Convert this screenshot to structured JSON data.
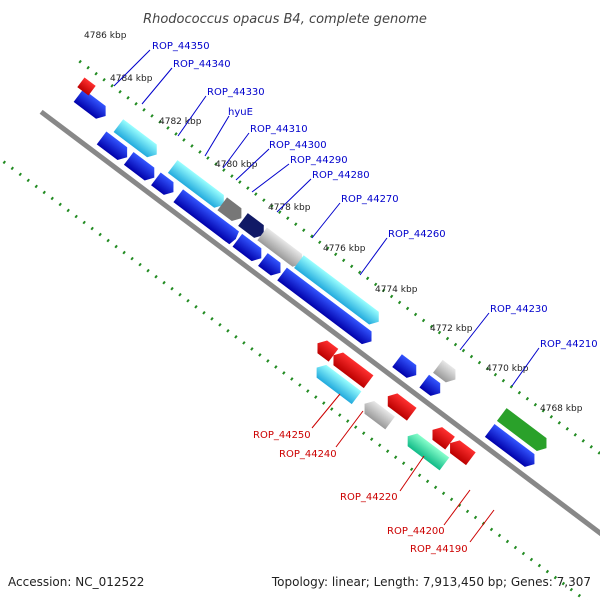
{
  "title": "Rhodococcus opacus B4, complete genome",
  "footer": {
    "accession": "Accession: NC_012522",
    "topology": "Topology: linear; Length: 7,913,450 bp; Genes: 7,307"
  },
  "ticks": [
    "4786 kbp",
    "4784 kbp",
    "4782 kbp",
    "4780 kbp",
    "4778 kbp",
    "4776 kbp",
    "4774 kbp",
    "4772 kbp",
    "4770 kbp",
    "4768 kbp"
  ],
  "genes_top": [
    "ROP_44350",
    "ROP_44340",
    "ROP_44330",
    "hyuE",
    "ROP_44310",
    "ROP_44300",
    "ROP_44290",
    "ROP_44280",
    "ROP_44270",
    "ROP_44260",
    "ROP_44230",
    "ROP_44210"
  ],
  "genes_bottom": [
    "ROP_44250",
    "ROP_44240",
    "ROP_44220",
    "ROP_44200",
    "ROP_44190"
  ],
  "colors": {
    "forward_label": "#0000cc",
    "reverse_label": "#cc0000",
    "tick_green": "#228b22",
    "backbone": "#888888"
  }
}
